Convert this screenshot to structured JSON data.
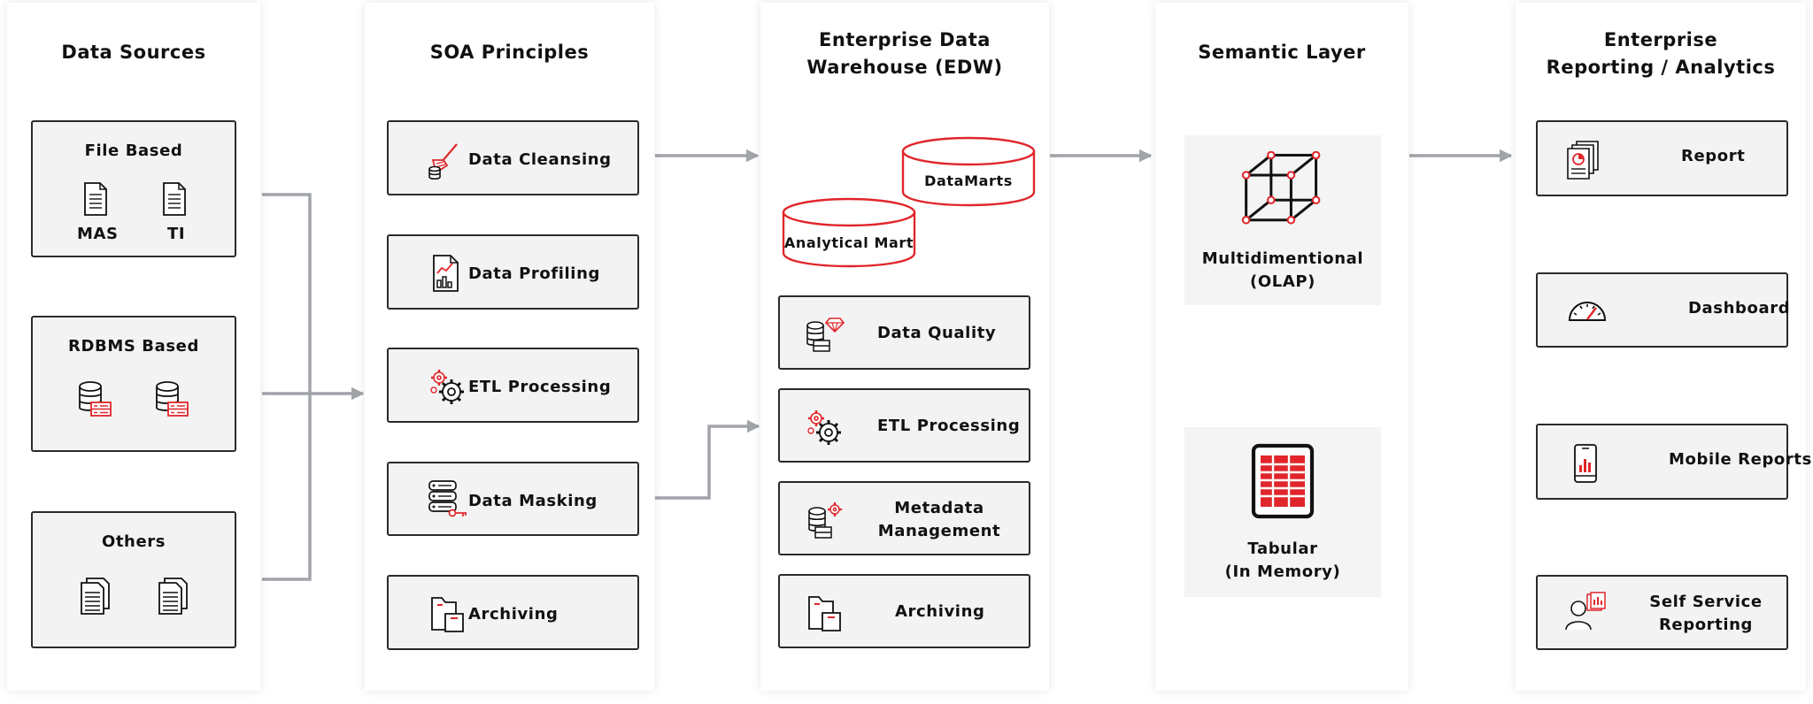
{
  "columns": {
    "data_sources": {
      "title": "Data Sources",
      "file_based": {
        "title": "File Based",
        "items": [
          "MAS",
          "TI"
        ]
      },
      "rdbms_based": {
        "title": "RDBMS Based"
      },
      "others": {
        "title": "Others"
      }
    },
    "soa": {
      "title": "SOA Principles",
      "items": [
        "Data Cleansing",
        "Data Profiling",
        "ETL Processing",
        "Data Masking",
        "Archiving"
      ]
    },
    "edw": {
      "title_line1": "Enterprise Data",
      "title_line2": "Warehouse (EDW)",
      "datamarts": "DataMarts",
      "analytical_mart": "Analytical Mart",
      "items": [
        "Data Quality",
        "ETL Processing",
        "Metadata",
        "Management",
        "Archiving"
      ]
    },
    "semantic": {
      "title": "Semantic Layer",
      "olap_line1": "Multidimentional",
      "olap_line2": "(OLAP)",
      "tabular_line1": "Tabular",
      "tabular_line2": "(In Memory)"
    },
    "reporting": {
      "title_line1": "Enterprise",
      "title_line2": "Reporting / Analytics",
      "items": [
        "Report",
        "Dashboard",
        "Mobile Reports",
        "Self Service",
        "Reporting"
      ]
    }
  },
  "colors": {
    "accent": "#e0262b",
    "connector": "#a0a4a8",
    "border": "#2a2a2a"
  },
  "icons": [
    "document-icon",
    "database-server-icon",
    "documents-icon",
    "broom-icon",
    "profiling-chart-icon",
    "gears-icon",
    "masking-server-icon",
    "folder-icon",
    "cylinder-icon",
    "olap-cube-icon",
    "table-tablet-icon",
    "report-icon",
    "gauge-icon",
    "mobile-chart-icon",
    "user-report-icon"
  ]
}
